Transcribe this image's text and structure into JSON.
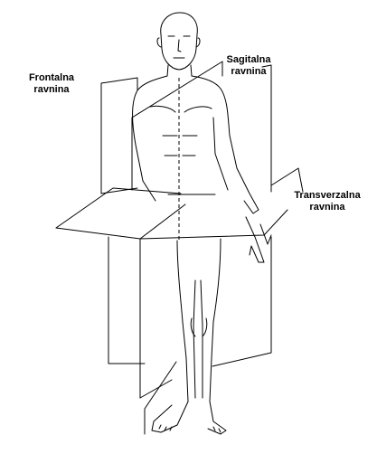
{
  "labels": {
    "frontal": {
      "line1": "Frontalna",
      "line2": "ravnina"
    },
    "sagittal": {
      "line1": "Sagitalna",
      "line2": "ravnina"
    },
    "transverse": {
      "line1": "Transverzalna",
      "line2": "ravnina"
    }
  },
  "colors": {
    "line": "#000000",
    "background": "#ffffff"
  }
}
